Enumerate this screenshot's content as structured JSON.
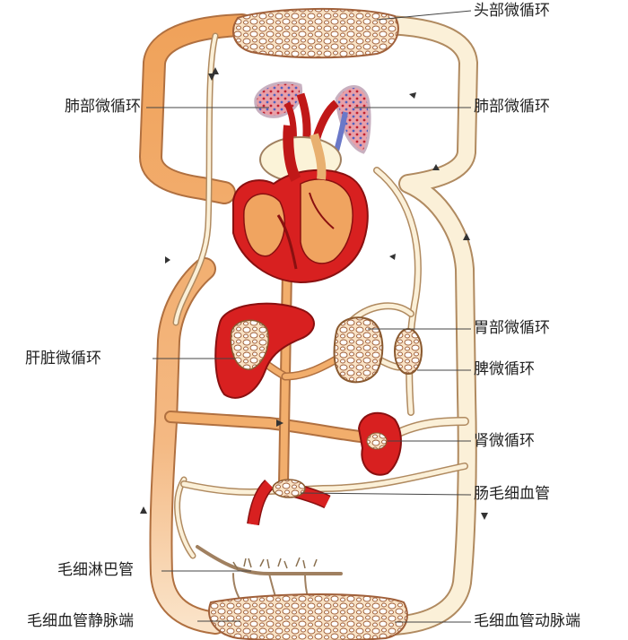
{
  "labels": {
    "head": "头部微循环",
    "lung_left": "肺部微循环",
    "lung_right": "肺部微循环",
    "liver": "肝脏微循环",
    "stomach": "胃部微循环",
    "spleen": "脾微循环",
    "kidney": "肾微循环",
    "intestine": "肠毛细血管",
    "lymph": "毛细淋巴管",
    "venous_end": "毛细血管静脉端",
    "arterial_end": "毛细血管动脉端"
  },
  "colors": {
    "arterial": "#f0a460",
    "arterial_light": "#f7c89a",
    "venous": "#f6e7c7",
    "outline": "#b07040",
    "organ_red": "#d82020",
    "organ_dark": "#9c1010",
    "lung_blue": "#6070c8",
    "leader": "#444444",
    "text": "#222222"
  }
}
